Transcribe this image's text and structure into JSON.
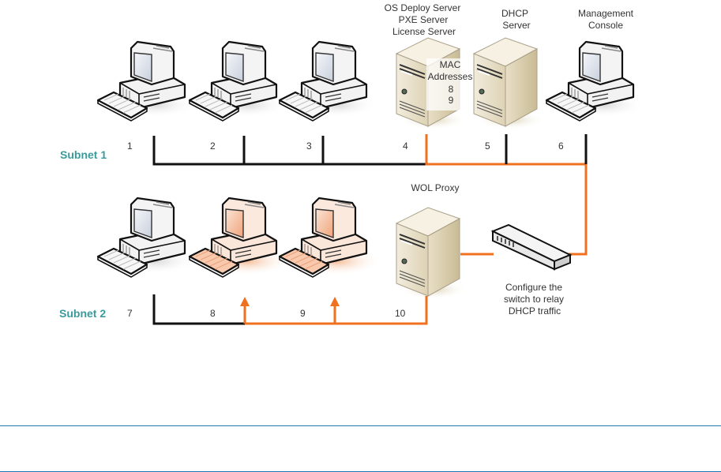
{
  "colors": {
    "wire": "#111111",
    "highlight_wire": "#f07020",
    "subnet_label": "#3b9a9c",
    "rule": "#1f7ab3",
    "server_body": "#e9e0c8",
    "highlight_fill": "#f8d2bc"
  },
  "server_labels": {
    "os_deploy": [
      "OS Deploy Server",
      "PXE Server",
      "License Server"
    ],
    "dhcp": [
      "DHCP",
      "Server"
    ],
    "console": [
      "Management",
      "Console"
    ],
    "wol_proxy": "WOL Proxy"
  },
  "mac_note": [
    "MAC",
    "Addresses",
    "8",
    "9"
  ],
  "switch_note": [
    "Configure the",
    "switch to relay",
    "DHCP traffic"
  ],
  "subnets": [
    {
      "label": "Subnet 1",
      "nodes": [
        "1",
        "2",
        "3",
        "4",
        "5",
        "6"
      ]
    },
    {
      "label": "Subnet 2",
      "nodes": [
        "7",
        "8",
        "9",
        "10"
      ]
    }
  ],
  "devices": [
    {
      "id": "1",
      "type": "workstation",
      "subnet": 1,
      "highlighted": false
    },
    {
      "id": "2",
      "type": "workstation",
      "subnet": 1,
      "highlighted": false
    },
    {
      "id": "3",
      "type": "workstation",
      "subnet": 1,
      "highlighted": false
    },
    {
      "id": "4",
      "type": "server",
      "role": "OS Deploy / PXE / License Server",
      "subnet": 1,
      "highlighted": false
    },
    {
      "id": "5",
      "type": "server",
      "role": "DHCP Server",
      "subnet": 1,
      "highlighted": false
    },
    {
      "id": "6",
      "type": "workstation",
      "role": "Management Console",
      "subnet": 1,
      "highlighted": false
    },
    {
      "id": "7",
      "type": "workstation",
      "subnet": 2,
      "highlighted": false
    },
    {
      "id": "8",
      "type": "workstation",
      "subnet": 2,
      "highlighted": true
    },
    {
      "id": "9",
      "type": "workstation",
      "subnet": 2,
      "highlighted": true
    },
    {
      "id": "10",
      "type": "server",
      "role": "WOL Proxy",
      "subnet": 2,
      "highlighted": false
    }
  ]
}
